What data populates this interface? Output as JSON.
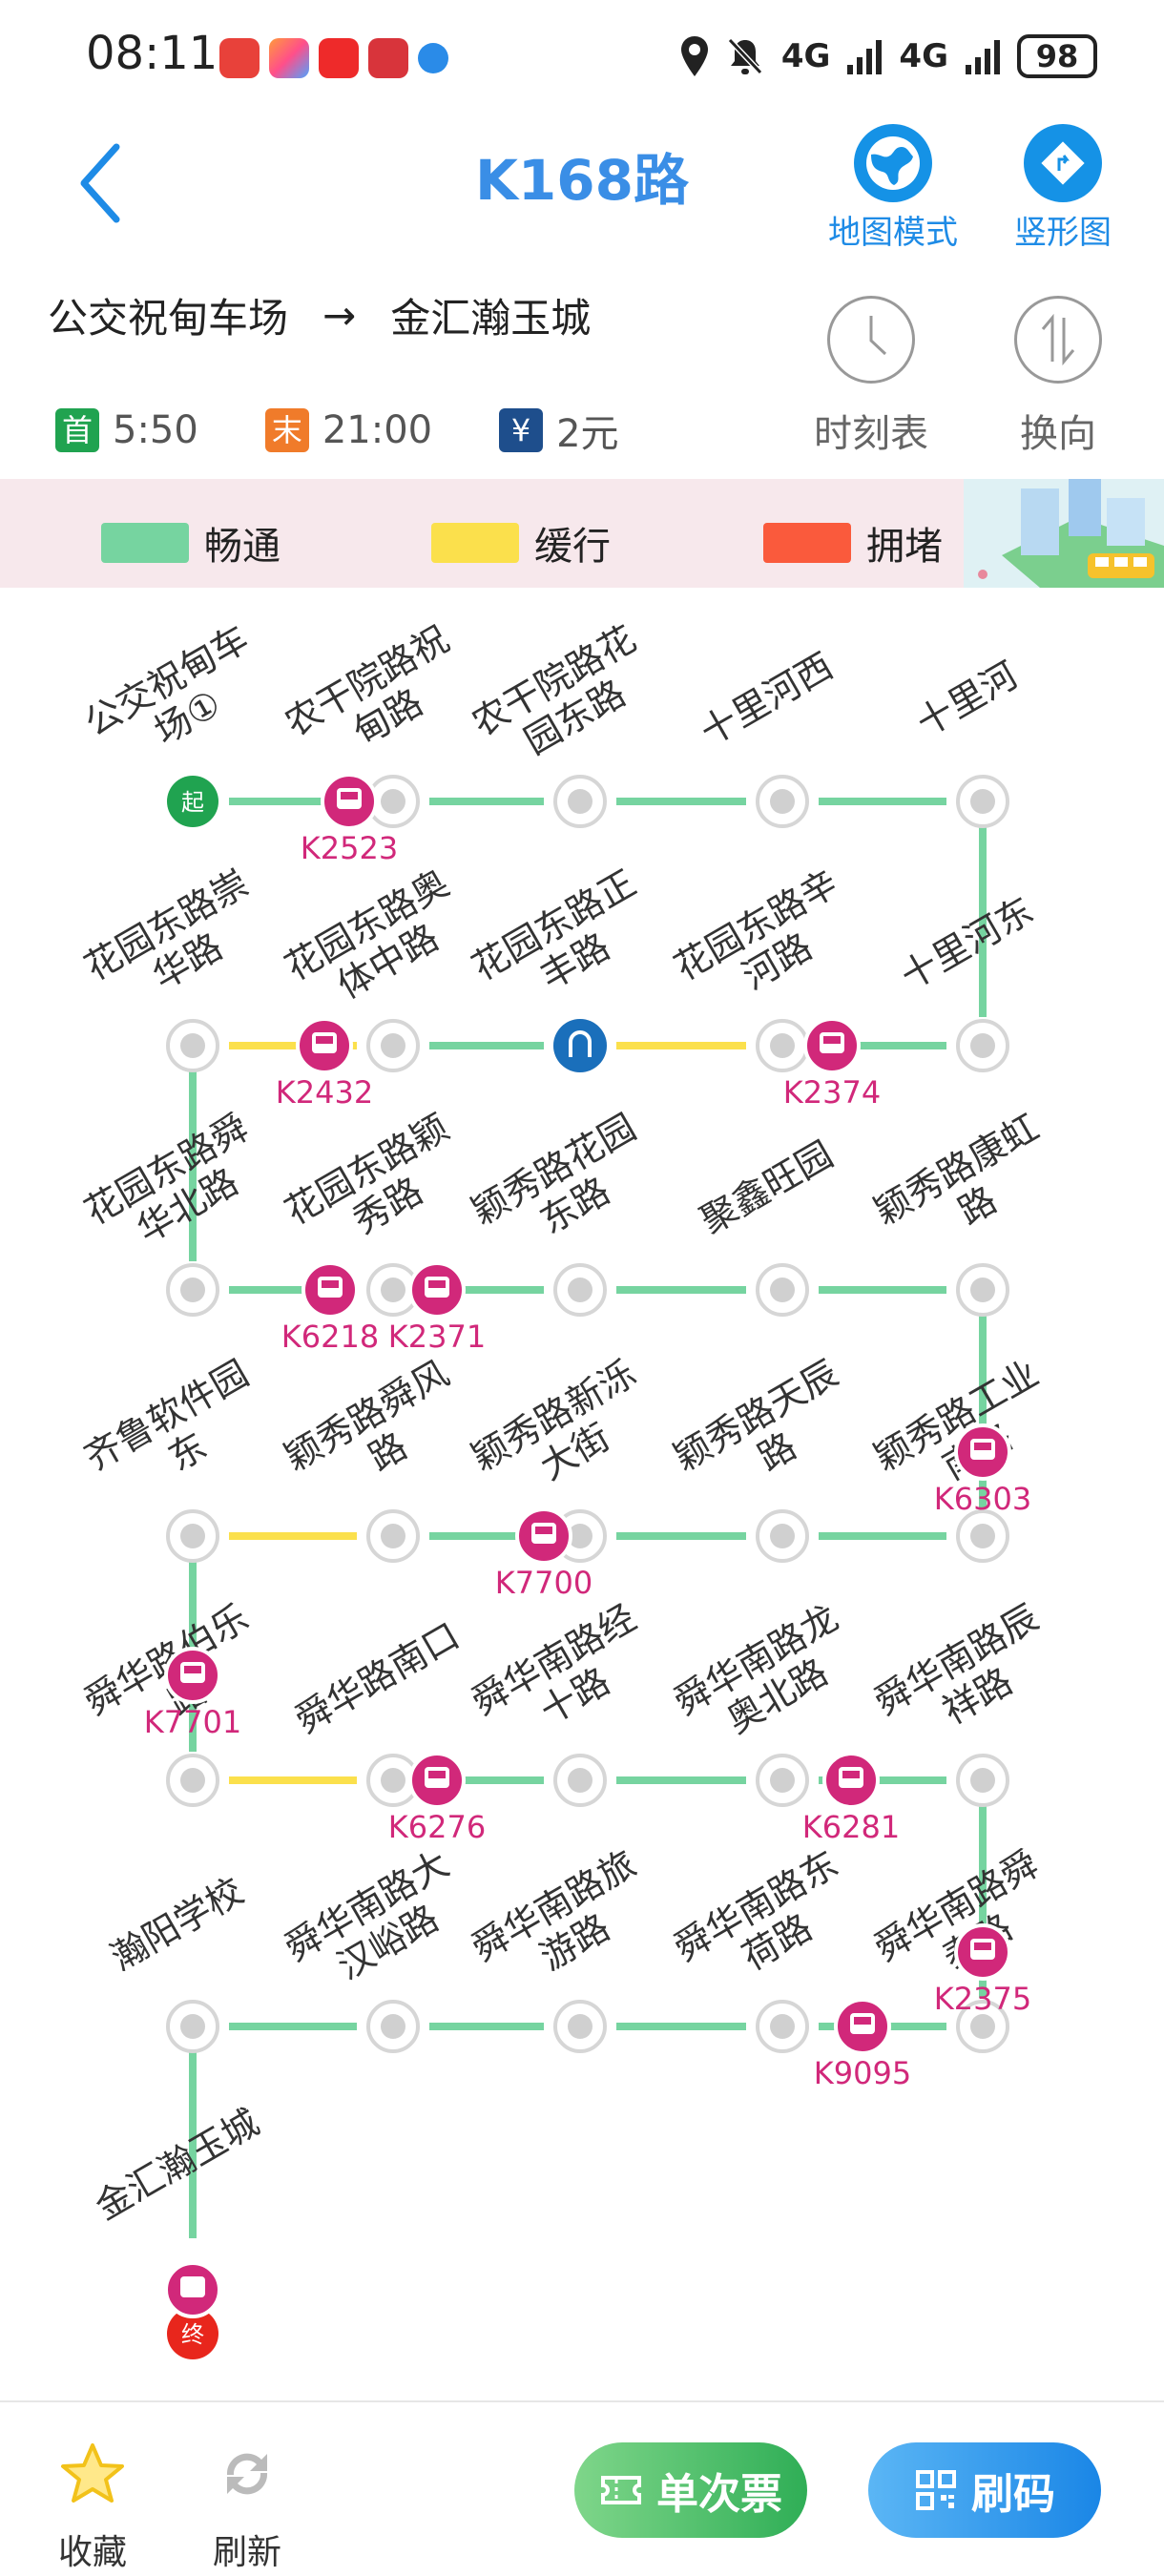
{
  "status": {
    "time": "08:11",
    "signal1": "4G",
    "signal2": "4G",
    "battery": "98"
  },
  "header": {
    "title": "K168路",
    "map_mode": "地图模式",
    "vertical": "竖形图"
  },
  "route": {
    "from": "公交祝甸车场",
    "arrow": "→",
    "to": "金汇瀚玉城",
    "first_badge": "首",
    "first_time": "5:50",
    "last_badge": "末",
    "last_time": "21:00",
    "fare_badge": "¥",
    "fare": "2元",
    "timetable": "时刻表",
    "reverse": "换向"
  },
  "legend": {
    "items": [
      {
        "label": "畅通",
        "color": "#76d4a0"
      },
      {
        "label": "缓行",
        "color": "#fbe04c"
      },
      {
        "label": "拥堵",
        "color": "#fa5a3c"
      }
    ]
  },
  "colors": {
    "smooth": "#76d4a0",
    "slow": "#fbe04c",
    "jam": "#fa5a3c",
    "bus": "#d1287a",
    "start": "#20a350",
    "end": "#e8261c",
    "metro": "#1a6fbb"
  },
  "stations": [
    "公交祝甸车场①",
    "农干院路祝甸路",
    "农干院路花园东路",
    "十里河西",
    "十里河",
    "十里河东",
    "花园东路辛河路",
    "花园东路正丰路",
    "花园东路奥体中路",
    "花园东路崇华路",
    "花园东路舜华北路",
    "花园东路颖秀路",
    "颖秀路花园东路",
    "聚鑫旺园",
    "颖秀路康虹路",
    "颖秀路工业南路",
    "颖秀路天辰路",
    "颖秀路新泺大街",
    "颖秀路舜风路",
    "齐鲁软件园东",
    "舜华路伯乐路",
    "舜华路南口",
    "舜华南路经十路",
    "舜华南路龙奥北路",
    "舜华南路辰祥路",
    "舜华南路舜泰路",
    "舜华南路东荷路",
    "舜华南路旅游路",
    "舜华南路大汉峪路",
    "瀚阳学校",
    "金汇瀚玉城"
  ],
  "start_label": "起",
  "end_label": "终",
  "buses": [
    "K2523",
    "K2432",
    "K2374",
    "K6218",
    "K2371",
    "K6303",
    "K7700",
    "K7701",
    "K6276",
    "K6281",
    "K2375",
    "K9095"
  ],
  "bottom": {
    "favorite": "收藏",
    "refresh": "刷新",
    "ticket": "单次票",
    "code": "刷码"
  }
}
